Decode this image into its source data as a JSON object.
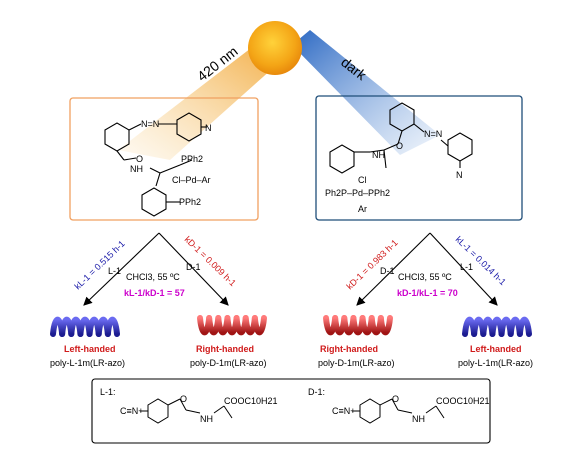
{
  "light_label": "420 nm",
  "dark_label": "dark",
  "colors": {
    "sun": "#f4a516",
    "light_beam": "#f2a93b",
    "dark_beam": "#1f5fbf",
    "left_box_border": "#f0a060",
    "right_box_border": "#1f4e79",
    "blue_text": "#1a1aa8",
    "red_text": "#d01a1a",
    "magenta_text": "#cc00cc",
    "blue_helix": "#3232c8",
    "red_helix": "#e03838"
  },
  "left_complex": {
    "ligand": "PPh2",
    "pd_line": "Cl–Pd–Ar",
    "ligand2": "PPh2",
    "amide": "NH",
    "carbonyl": "O",
    "azo": "N=N",
    "amine": "N"
  },
  "right_complex": {
    "cl": "Cl",
    "pd_line": "Ph2P–Pd–PPh2",
    "ar": "Ar",
    "amide": "NH",
    "carbonyl": "O",
    "azo": "N=N",
    "amine": "N"
  },
  "left_reaction": {
    "rate_l": "kL-1 = 0.515 h-1",
    "monomer_l": "L-1",
    "rate_d": "kD-1 = 0.009 h-1",
    "monomer_d": "D-1",
    "conditions": "CHCl3, 55 ºC",
    "ratio": "kL-1/kD-1 = 57",
    "product_left_sense": "Left-handed",
    "product_left_name": "poly-L-1m(LR-azo)",
    "product_right_sense": "Right-handed",
    "product_right_name": "poly-D-1m(LR-azo)"
  },
  "right_reaction": {
    "rate_d": "kD-1 = 0.983 h-1",
    "monomer_d": "D-1",
    "rate_l": "kL-1 = 0.014 h-1",
    "monomer_l": "L-1",
    "conditions": "CHCl3, 55 ºC",
    "ratio": "kD-1/kL-1 = 70",
    "product_left_sense": "Right-handed",
    "product_left_name": "poly-D-1m(LR-azo)",
    "product_right_sense": "Left-handed",
    "product_right_name": "poly-L-1m(LR-azo)"
  },
  "monomers": {
    "l_label": "L-1:",
    "d_label": "D-1:",
    "isocyanide": "C≡N+",
    "nh": "NH",
    "o": "O",
    "ester": "COOC10H21"
  }
}
